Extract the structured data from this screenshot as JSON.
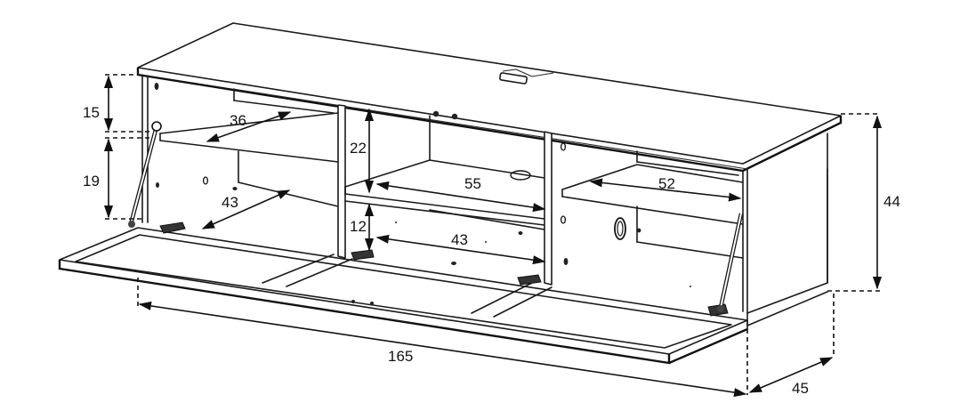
{
  "labels": {
    "top_compartment_height": "15",
    "lower_compartment_height": "19",
    "left_shelf_depth": "36",
    "left_floor_depth": "43",
    "center_upper_height": "22",
    "center_lower_height": "12",
    "center_shelf_width": "55",
    "center_floor_depth": "43",
    "right_shelf_width": "52",
    "overall_height": "44",
    "overall_width": "165",
    "overall_depth": "45"
  }
}
